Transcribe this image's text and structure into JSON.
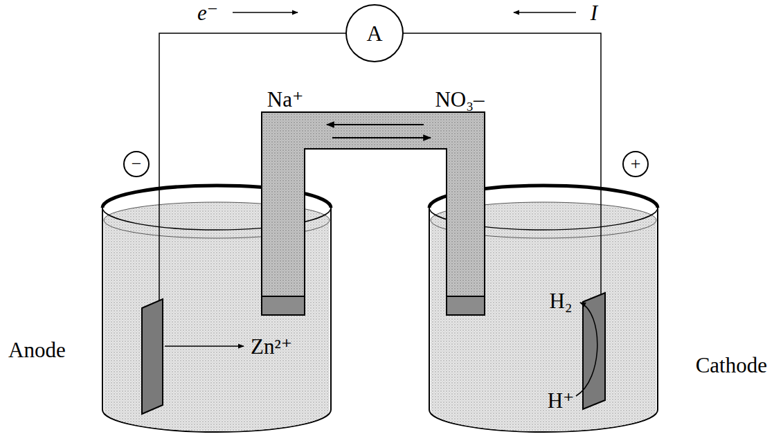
{
  "diagram": {
    "nodes": [
      {
        "text": [
          "A"
        ]
      },
      {
        "text": [
          "−"
        ]
      },
      {
        "text": [
          "+"
        ]
      }
    ],
    "labels": [
      "e⁻",
      "I",
      "Na⁺",
      "NO₃–",
      "Anode",
      "Zn²⁺",
      "H₂",
      "H⁺",
      "Cathode"
    ]
  }
}
